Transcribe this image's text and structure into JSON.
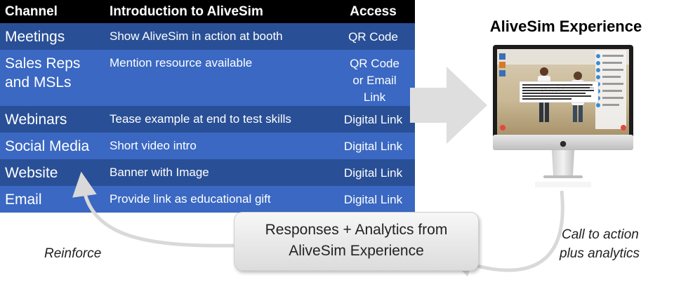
{
  "table": {
    "headers": {
      "channel": "Channel",
      "intro": "Introduction to AliveSim",
      "access": "Access"
    },
    "rows": [
      {
        "channel": "Meetings",
        "intro": "Show AliveSim in action at booth",
        "access": "QR Code"
      },
      {
        "channel": "Sales Reps and MSLs",
        "intro": "Mention resource available",
        "access": "QR Code or Email Link"
      },
      {
        "channel": "Webinars",
        "intro": "Tease example at end to test skills",
        "access": "Digital Link"
      },
      {
        "channel": "Social Media",
        "intro": "Short video intro",
        "access": "Digital Link"
      },
      {
        "channel": "Website",
        "intro": "Banner with Image",
        "access": "Digital Link"
      },
      {
        "channel": "Email",
        "intro": "Provide link as educational gift",
        "access": "Digital Link"
      }
    ]
  },
  "monitor": {
    "title": "AliveSim Experience",
    "screen_text": "The Phase 3 TANGO study shows supporting evidence for the use of DTG/3TC, a two-drug regimen, in virally suppressed patients when switching from a TAF-containing three-drug regimen."
  },
  "analytics_box": {
    "line1": "Responses + Analytics from",
    "line2": "AliveSim Experience"
  },
  "labels": {
    "reinforce": "Reinforce",
    "call_line1": "Call to action",
    "call_line2": "plus analytics"
  },
  "colors": {
    "row_dark": "#294f96",
    "row_light": "#3a68c2",
    "header": "#000000",
    "arrow": "#d9d9d9"
  }
}
